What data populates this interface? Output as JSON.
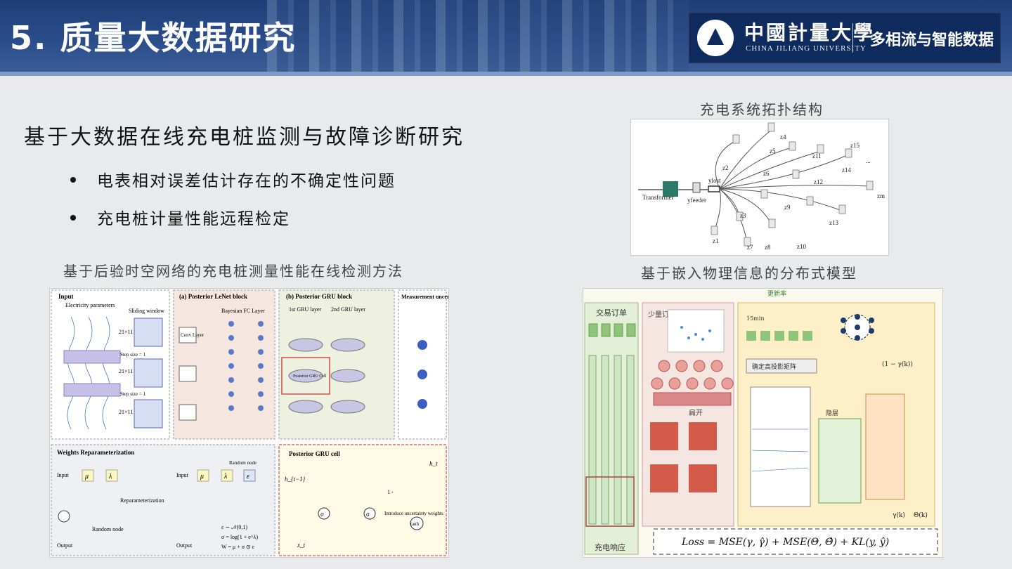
{
  "header": {
    "title": "5. 质量大数据研究",
    "university_cn": "中國計量大學",
    "university_en": "CHINA JILIANG UNIVERSITY",
    "lab_name": "多相流与智能数据"
  },
  "main": {
    "heading": "基于大数据在线充电桩监测与故障诊断研究",
    "bullets": [
      "电表相对误差估计存在的不确定性问题",
      "充电桩计量性能远程检定"
    ]
  },
  "figures": {
    "topology": {
      "caption": "充电系统拓扑结构",
      "labels": {
        "transformer": "Transformer",
        "y_feeder": "yfeeder",
        "y_lost": "ylost",
        "nodes": [
          "z1",
          "z2",
          "z3",
          "z4",
          "z5",
          "z6",
          "z7",
          "z8",
          "z9",
          "z10",
          "z11",
          "z12",
          "z13",
          "z14",
          "z15",
          "zm"
        ],
        "ellipsis": "..."
      }
    },
    "method": {
      "caption": "基于后验时空网络的充电桩测量性能在线检测方法",
      "input_title": "Input",
      "electricity_params": "Electricity parameters",
      "sliding_window": "Sliding window",
      "size": "21×11",
      "step": "Step size = 1",
      "lenet_title": "(a) Posterior LeNet block",
      "bayes_fc": "Bayesian FC Layer",
      "conv": "Conv Layer",
      "gru_title": "(b) Posterior GRU block",
      "gru1": "1st GRU layer",
      "gru2": "2nd GRU layer",
      "gru_cell": "Posterior GRU Cell",
      "measurement": "Measurement uncertainty",
      "weights_title": "Weights Reparameterization",
      "input": "Input",
      "output": "Output",
      "random_node": "Random node",
      "reparam": "Reparameterization",
      "mu": "μ",
      "lambda": "λ",
      "eps": "ε",
      "w": "W",
      "eq1": "ε ∼ 𝒩(0,1)",
      "eq2": "σ = log(1 + e^λ)",
      "eq3": "W = μ + σ ⊙ ε",
      "cell_title": "Posterior GRU cell",
      "h_prev": "h_{t−1}",
      "h_t": "h_t",
      "x_t": "x_t",
      "sigma": "σ",
      "tanh": "tanh",
      "introduce": "Introduce uncertainty weights",
      "one_minus": "1 -"
    },
    "distributed": {
      "caption": "基于嵌入物理信息的分布式模型",
      "transaction_order": "交易订单",
      "charge_response": "充电响应",
      "few_orders": "少量订单",
      "flatten": "扁开",
      "update": "更新率",
      "time": "15min",
      "mapping": "确定高投影矩阵",
      "hidden": "隐层",
      "gamma": "γ(k)",
      "theta": "Θ(k)",
      "one_minus_gamma": "(1 − γ(k))",
      "loss": "Loss = MSE(γ, γ̂) + MSE(Θ, Θ̂) + KL(y, ŷ)"
    }
  }
}
